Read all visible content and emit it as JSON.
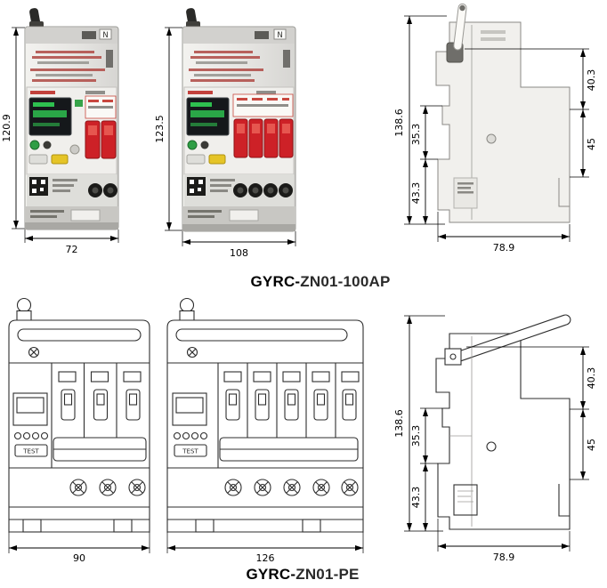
{
  "titles": [
    {
      "bold": "GYRC-",
      "rest": "ZN01-100AP"
    },
    {
      "bold": "GYRC-",
      "rest": "ZN01-PE"
    }
  ],
  "dims": {
    "ap_front_height": "120.9",
    "ap_front_width": "72",
    "ap_front4_height": "123.5",
    "ap_front4_width": "108",
    "pe_front_width": "90",
    "pe_front5_width": "126",
    "side_total_height": "138.6",
    "side_top_right": "40.3",
    "side_mid_right": "45",
    "side_lower_left": "35.3",
    "side_bottom_left": "43.3",
    "side_depth": "78.9"
  },
  "labels": {
    "neutral": "N",
    "test": "TEST"
  },
  "colors": {
    "handle_red": "#cd2127",
    "lcd_green": "#2ec04f",
    "led_green": "#2f9e45",
    "button_yellow": "#e5c427",
    "line_dark": "#2e2e2e"
  }
}
